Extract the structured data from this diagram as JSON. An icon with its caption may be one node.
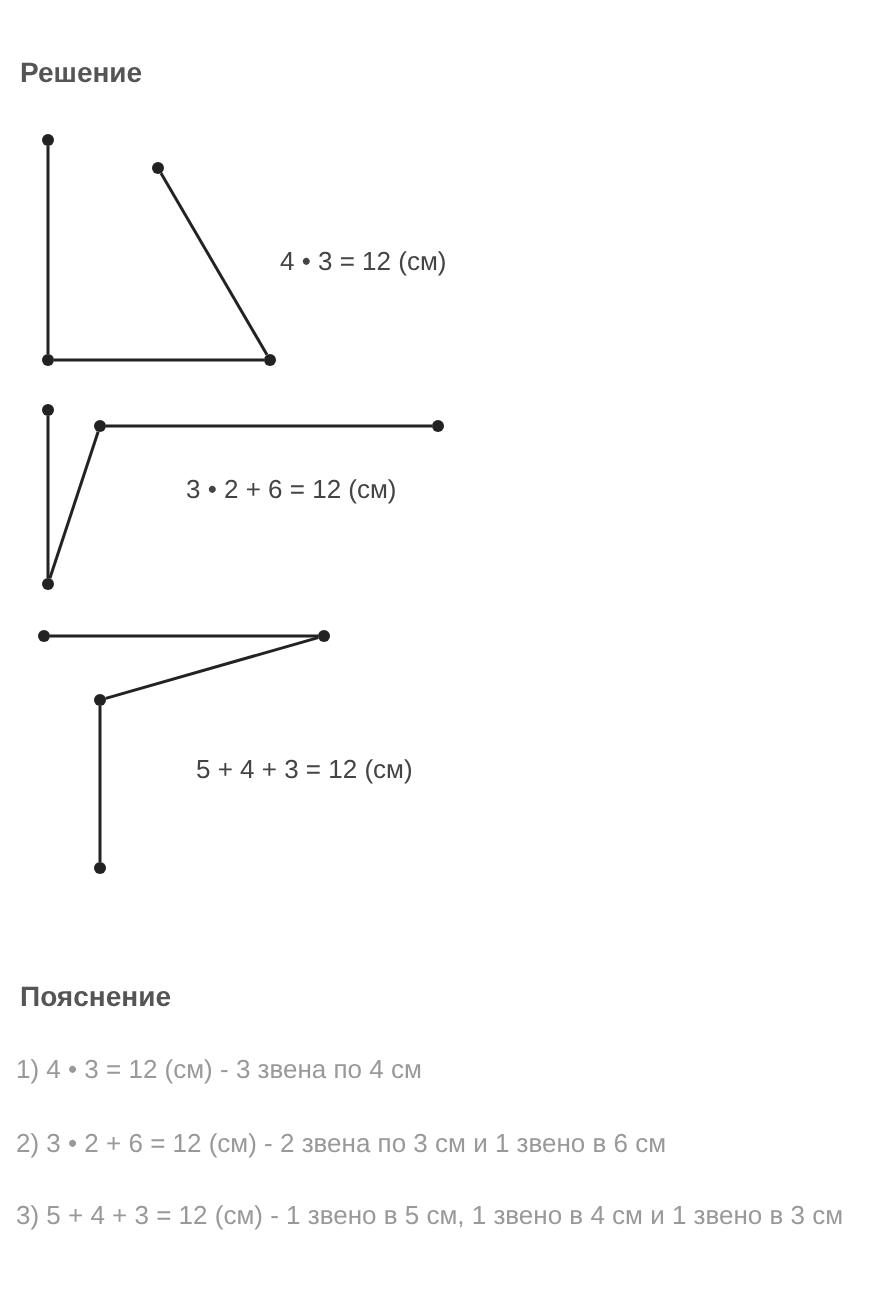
{
  "diagram": {
    "nodes": [
      {
        "text": [],
        "shape": "circle"
      },
      {
        "text": [],
        "shape": "circle"
      },
      {
        "text": [],
        "shape": "circle"
      },
      {
        "text": [],
        "shape": "circle"
      },
      {
        "text": [],
        "shape": "circle"
      },
      {
        "text": [],
        "shape": "circle"
      },
      {
        "text": [],
        "shape": "circle"
      },
      {
        "text": [],
        "shape": "circle"
      },
      {
        "text": [],
        "shape": "circle"
      },
      {
        "text": [],
        "shape": "circle"
      },
      {
        "text": [],
        "shape": "circle"
      },
      {
        "text": [],
        "shape": "circle"
      }
    ],
    "edges": [
      {
        "from": 0,
        "to": 2,
        "arrow": "none"
      },
      {
        "from": 2,
        "to": 3,
        "arrow": "none"
      },
      {
        "from": 3,
        "to": 1,
        "arrow": "none"
      },
      {
        "from": 4,
        "to": 7,
        "arrow": "none"
      },
      {
        "from": 7,
        "to": 5,
        "arrow": "none"
      },
      {
        "from": 5,
        "to": 6,
        "arrow": "none"
      },
      {
        "from": 8,
        "to": 9,
        "arrow": "none"
      },
      {
        "from": 9,
        "to": 10,
        "arrow": "none"
      },
      {
        "from": 10,
        "to": 11,
        "arrow": "none"
      }
    ],
    "labels": [
      "Решение",
      "4 • 3 = 12 (см)",
      "3 • 2 + 6 = 12 (см)",
      "5 + 4 + 3 = 12 (см)",
      "Пояснение",
      "1) 4 • 3 = 12 (см) - 3 звена по 4 см",
      "2) 3 • 2 + 6 = 12 (см) - 2 звена по 3 см и 1 звено в 6 см",
      "3) 5 + 4 + 3 = 12 (см) - 1 звено в 5 см, 1 звено в 4 см и 1 звено в 3 см"
    ]
  }
}
